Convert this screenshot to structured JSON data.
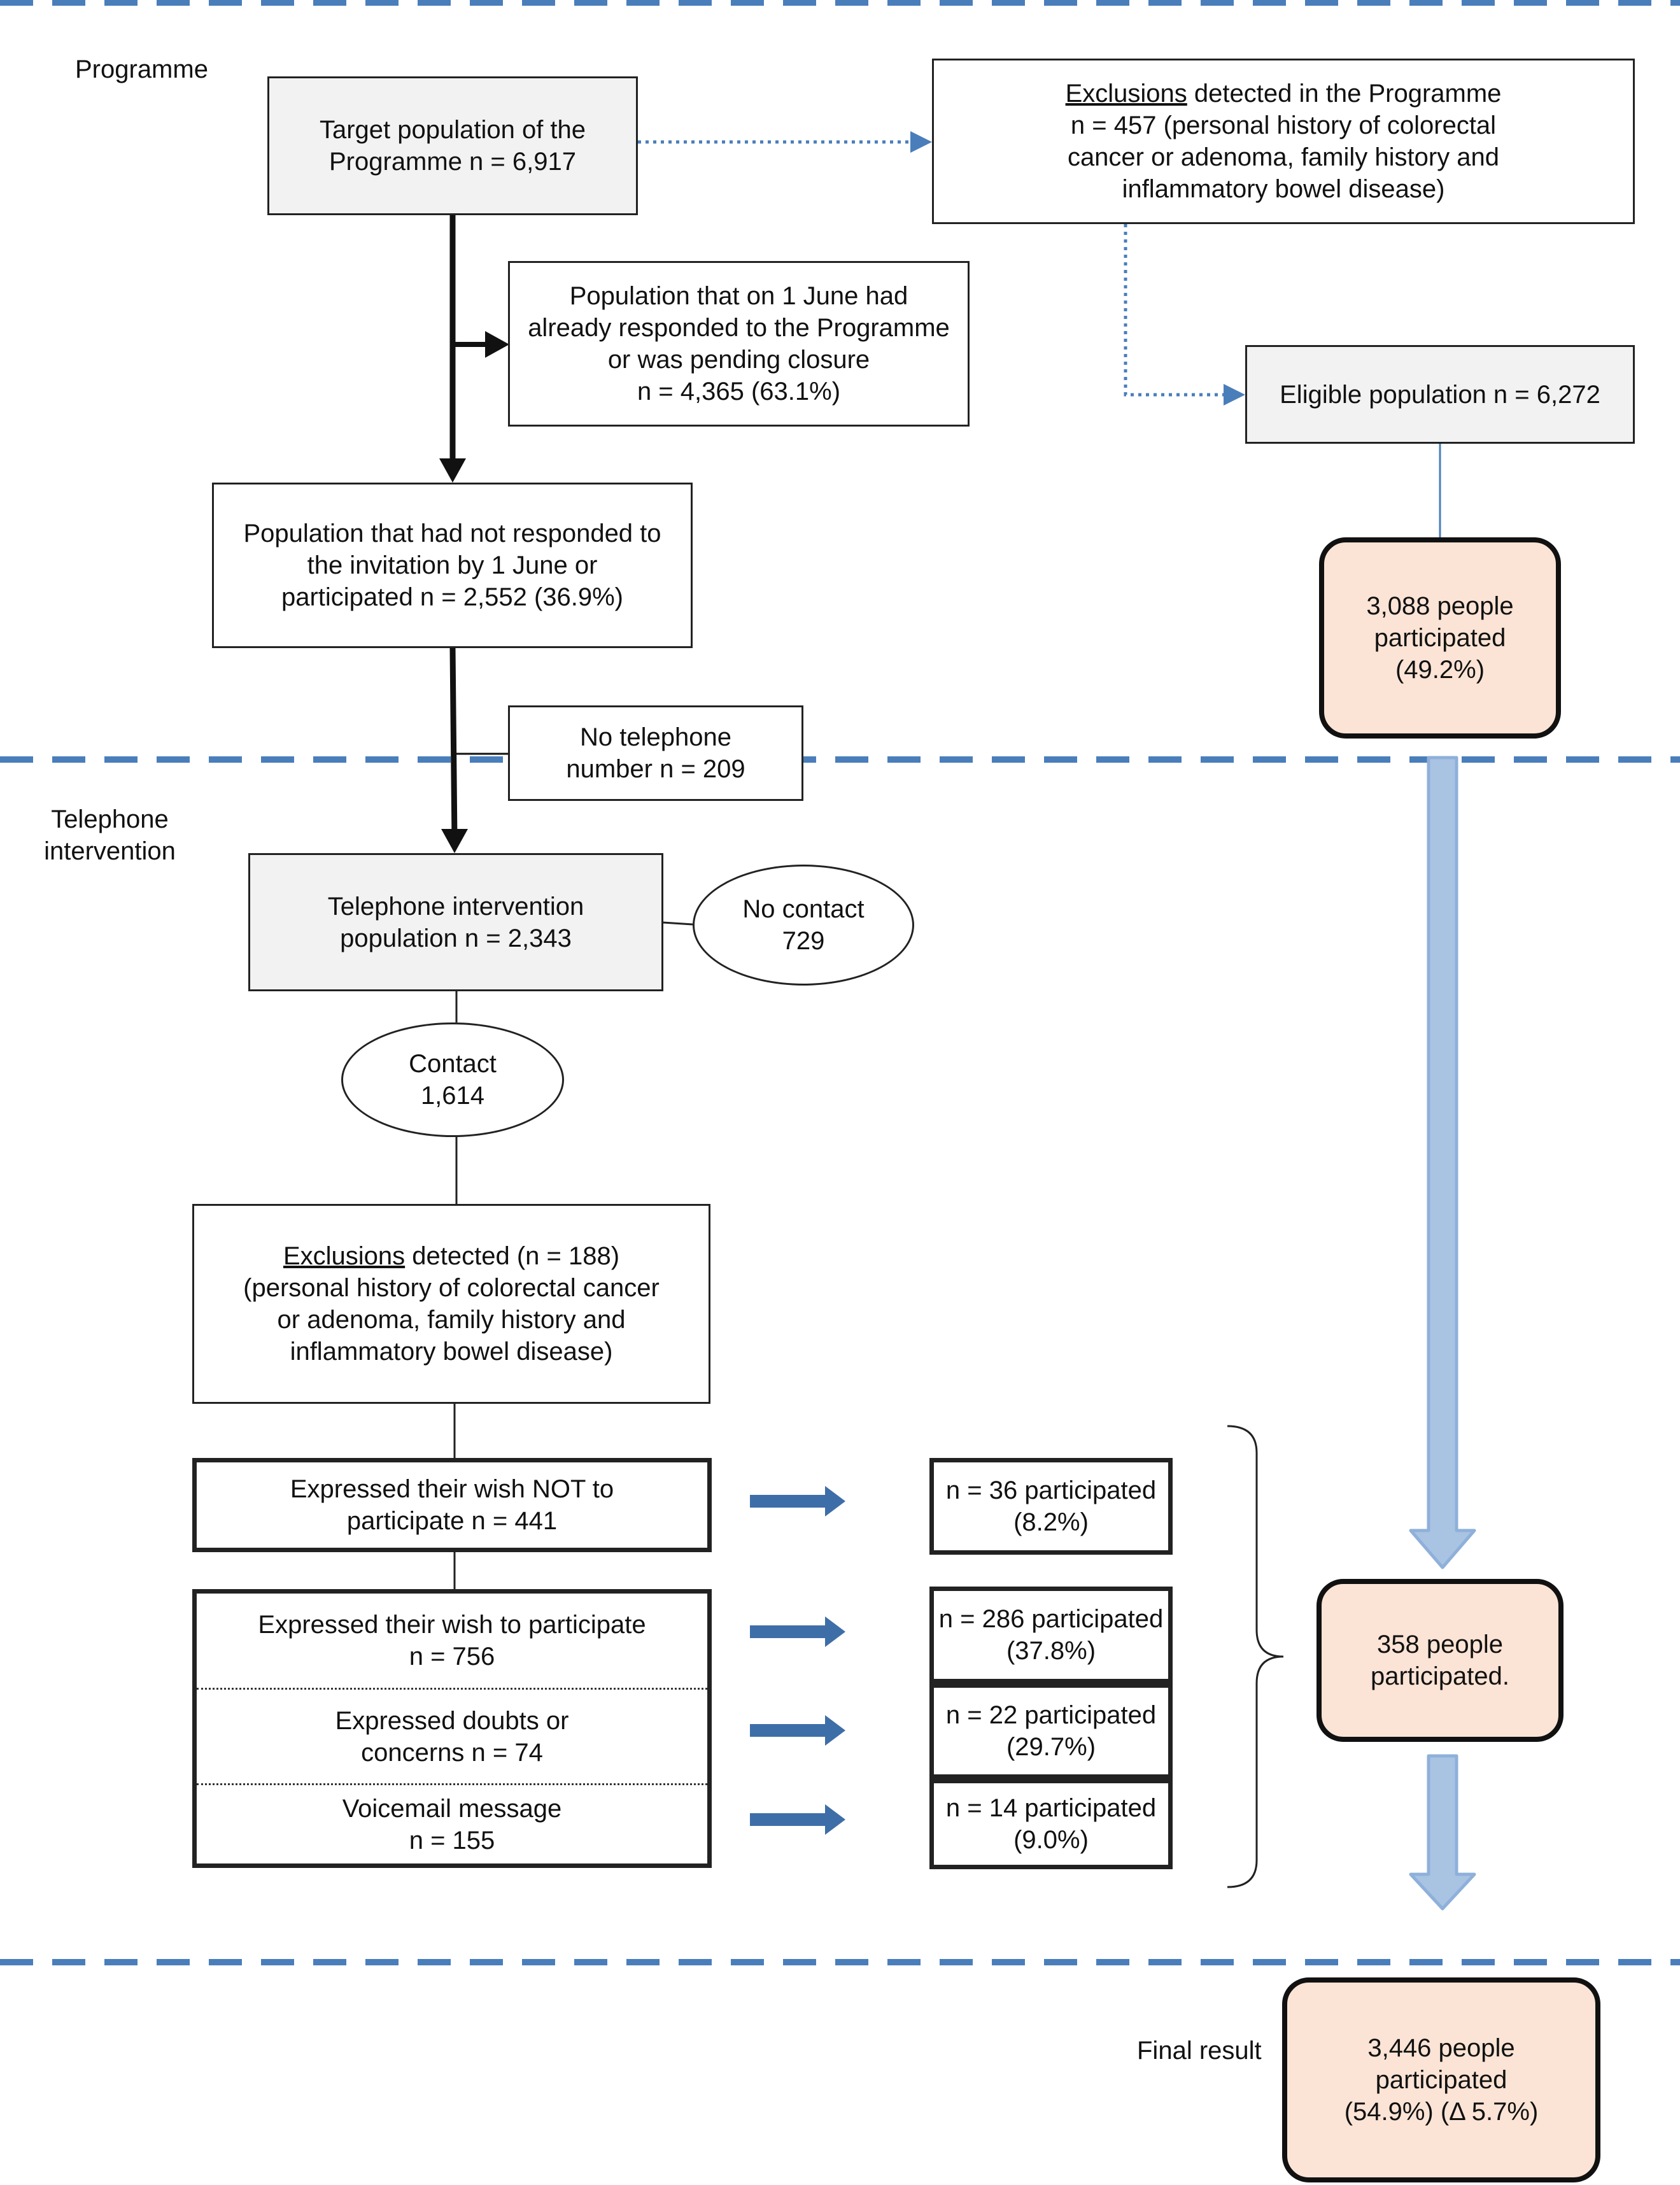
{
  "sections": {
    "programme": "Programme",
    "telephone_line1": "Telephone",
    "telephone_line2": "intervention",
    "final": "Final result"
  },
  "programme": {
    "target": [
      "Target population of the",
      "Programme n = 6,917"
    ],
    "exclusions": {
      "underlined": "Exclusions",
      "rest": " detected in the Programme",
      "lines": [
        "n = 457 (personal history of colorectal",
        "cancer or adenoma, family history and",
        "inflammatory bowel disease)"
      ]
    },
    "responded": [
      "Population that on 1 June had",
      "already responded to the Programme",
      "or was pending closure",
      "n = 4,365 (63.1%)"
    ],
    "eligible": "Eligible population n = 6,272",
    "not_responded": [
      "Population that had not responded to",
      "the invitation by 1 June or",
      "participated n = 2,552 (36.9%)"
    ],
    "participated": [
      "3,088 people",
      "participated",
      "(49.2%)"
    ],
    "no_phone": [
      "No telephone",
      "number n = 209"
    ]
  },
  "telephone": {
    "population": [
      "Telephone intervention",
      "population n = 2,343"
    ],
    "no_contact": [
      "No contact",
      "729"
    ],
    "contact": [
      "Contact",
      "1,614"
    ],
    "exclusions": {
      "underlined": "Exclusions",
      "rest": " detected (n = 188)",
      "lines": [
        "(personal history of colorectal cancer",
        "or adenoma, family history and",
        "inflammatory bowel disease)"
      ]
    },
    "not_wish": [
      "Expressed their wish NOT to",
      "participate n = 441"
    ],
    "groups": [
      [
        "Expressed their wish to participate",
        "n = 756"
      ],
      [
        "Expressed doubts or",
        "concerns n = 74"
      ],
      [
        "Voicemail message",
        "n = 155"
      ]
    ],
    "results": [
      [
        "n = 36 participated",
        "(8.2%)"
      ],
      [
        "n = 286 participated",
        "(37.8%)"
      ],
      [
        "n = 22 participated",
        "(29.7%)"
      ],
      [
        "n = 14 participated",
        "(9.0%)"
      ]
    ],
    "participated": [
      "358 people",
      "participated."
    ]
  },
  "final": {
    "result": [
      "3,446 people",
      "participated",
      "(54.9%) (Δ 5.7%)"
    ]
  },
  "colors": {
    "dashed_separator": "#4a7ebb",
    "dotted_arrow": "#4a7ebb",
    "big_arrow_fill": "#a9c3e3",
    "big_arrow_stroke": "#8eb0da",
    "small_arrow": "#3e6ea8",
    "peach_fill": "#fbe4d5",
    "gray_fill": "#f2f2f2"
  }
}
